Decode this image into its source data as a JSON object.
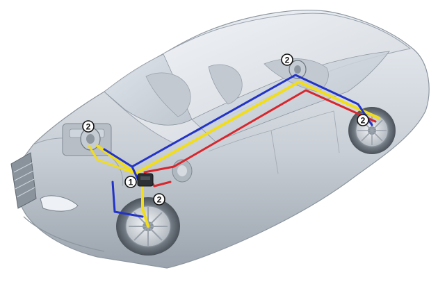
{
  "diagram": {
    "subject": "car-brake-system-cutaway",
    "line_colors": {
      "yellow": "#f2dd1a",
      "red": "#d8262c",
      "blue": "#2233c9"
    },
    "callouts": [
      {
        "id": "front-left-wheel-brake",
        "label": "2"
      },
      {
        "id": "front-right-wheel-brake",
        "label": "2"
      },
      {
        "id": "rear-left-wheel-brake",
        "label": "2"
      },
      {
        "id": "rear-right-wheel-brake",
        "label": "2"
      },
      {
        "id": "control-unit",
        "label": "1"
      }
    ]
  }
}
